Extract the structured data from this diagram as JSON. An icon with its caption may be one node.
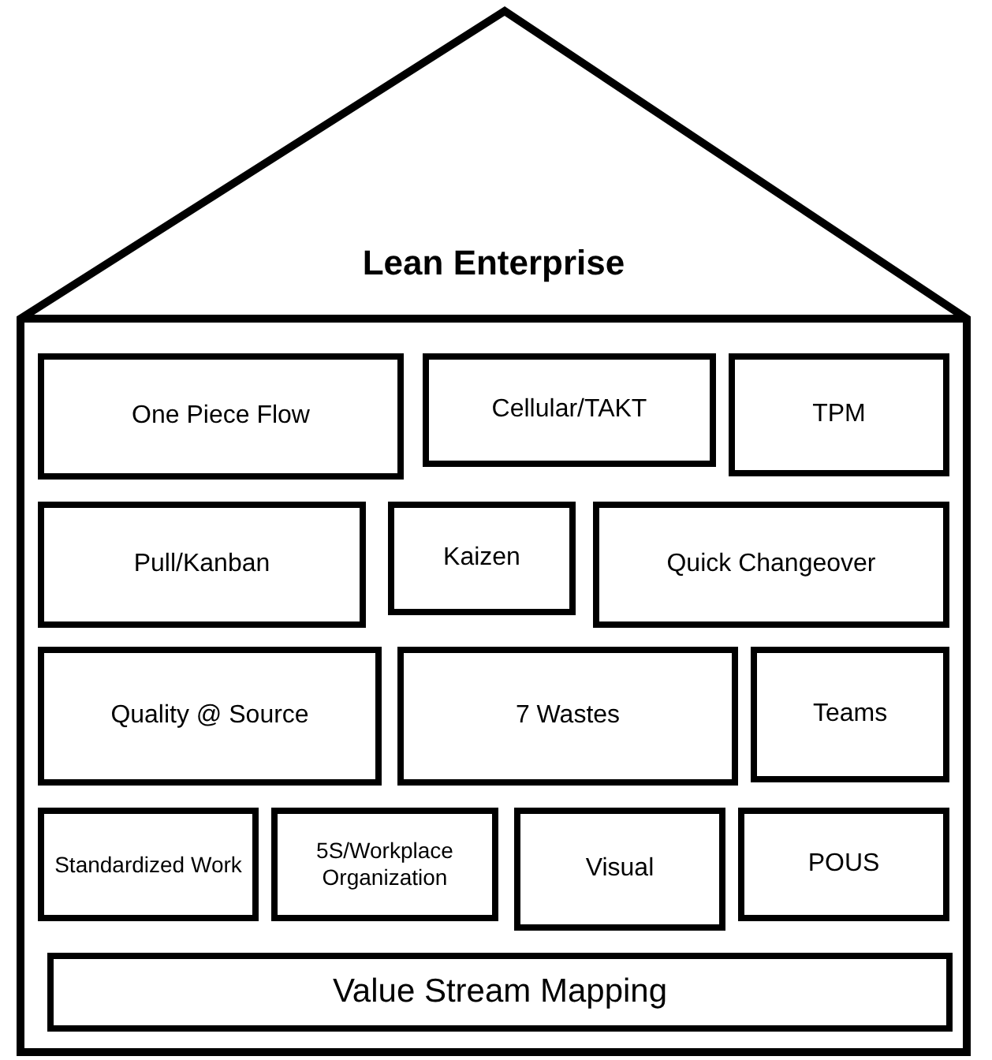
{
  "diagram": {
    "nodes": [
      {
        "text": [
          "Lean Enterprise"
        ]
      },
      {
        "text": [
          "One Piece Flow"
        ],
        "in": 0
      },
      {
        "text": [
          "Cellular/TAKT"
        ],
        "in": 0
      },
      {
        "text": [
          "TPM"
        ],
        "in": 0
      },
      {
        "text": [
          "Pull/Kanban"
        ],
        "in": 0
      },
      {
        "text": [
          "Kaizen"
        ],
        "in": 0
      },
      {
        "text": [
          "Quick Changeover"
        ],
        "in": 0
      },
      {
        "text": [
          "Quality @ Source"
        ],
        "in": 0
      },
      {
        "text": [
          "7 Wastes"
        ],
        "in": 0
      },
      {
        "text": [
          "Teams"
        ],
        "in": 0
      },
      {
        "text": [
          "Standardized Work"
        ],
        "in": 0
      },
      {
        "text": [
          "5S/Workplace Organization"
        ],
        "in": 0
      },
      {
        "text": [
          "Visual"
        ],
        "in": 0
      },
      {
        "text": [
          "POUS"
        ],
        "in": 0
      },
      {
        "text": [
          "Value Stream Mapping"
        ],
        "in": 0
      }
    ]
  }
}
